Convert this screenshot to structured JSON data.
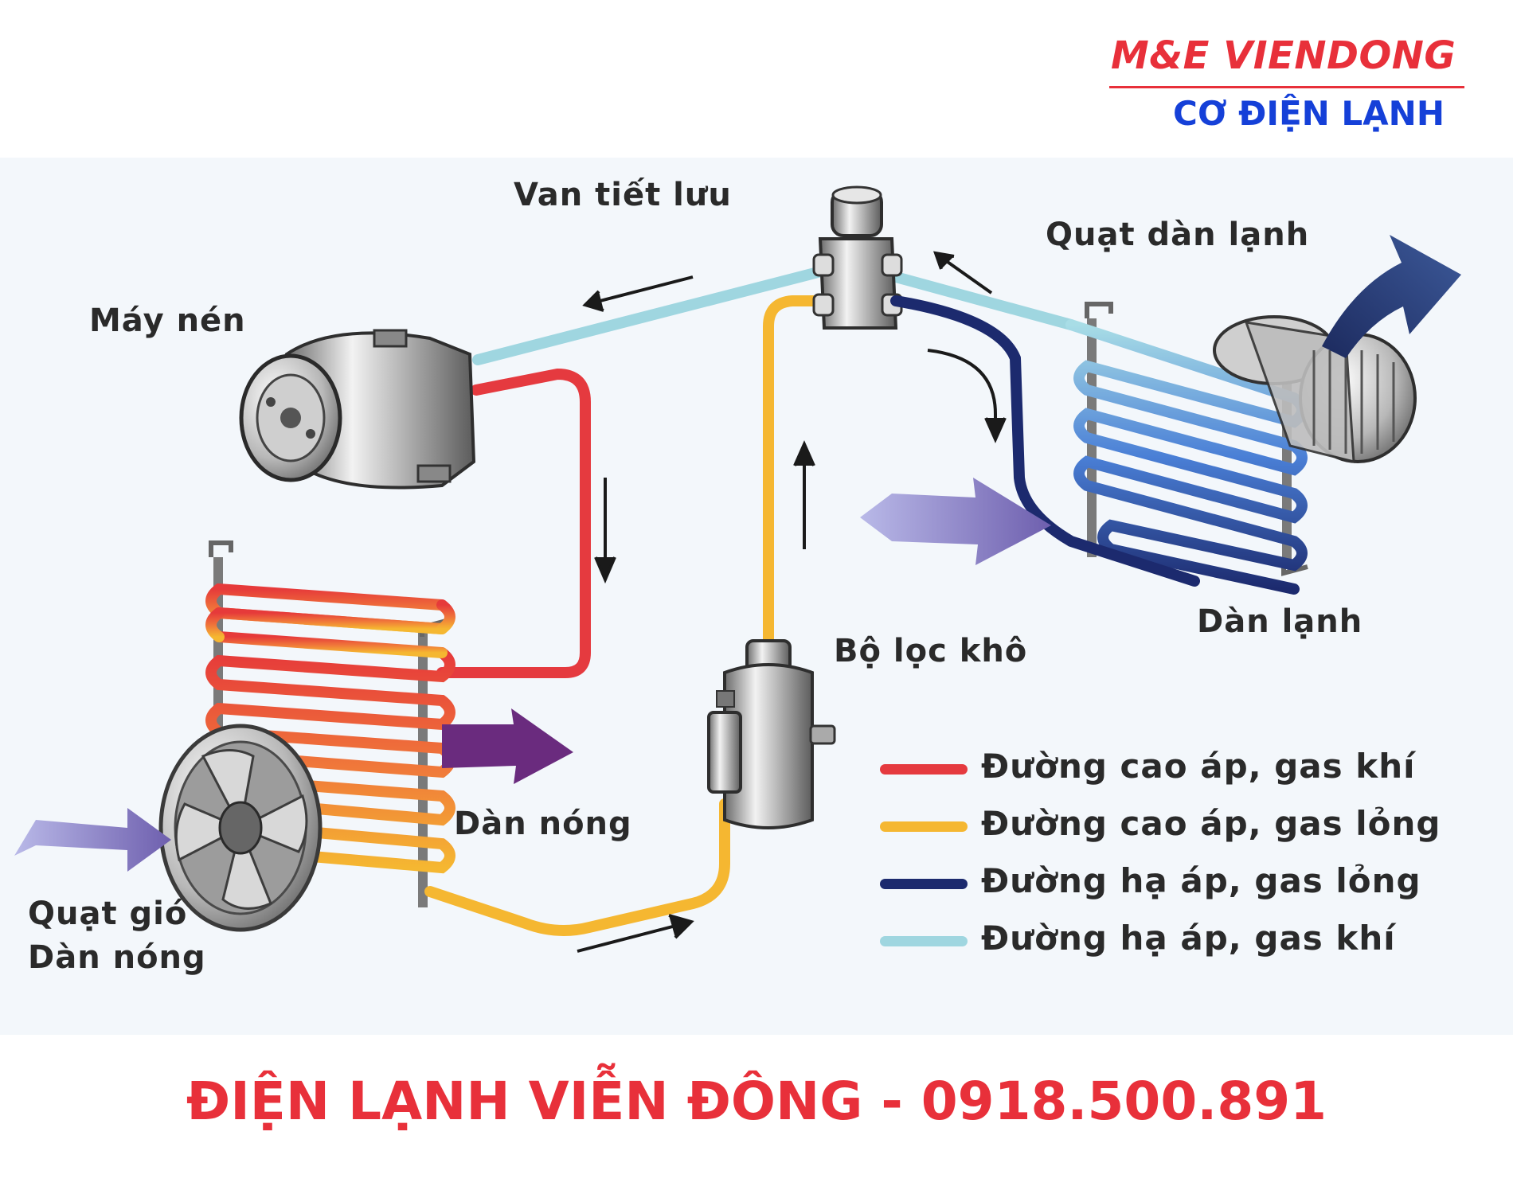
{
  "brand": {
    "name": "M&E VIENDONG",
    "subtitle": "CƠ ĐIỆN LẠNH",
    "red": "#e8303a",
    "blue": "#1540d8"
  },
  "labels": {
    "compressor": "Máy nén",
    "expansion_valve": "Van tiết lưu",
    "evaporator_fan": "Quạt dàn lạnh",
    "evaporator": "Dàn lạnh",
    "filter_drier": "Bộ lọc khô",
    "condenser": "Dàn nóng",
    "condenser_fan_line1": "Quạt gió",
    "condenser_fan_line2": "Dàn nóng"
  },
  "legend": [
    {
      "label": "Đường cao áp, gas khí",
      "color": "#e53a3f"
    },
    {
      "label": "Đường cao áp, gas lỏng",
      "color": "#f5b731"
    },
    {
      "label": "Đường hạ áp, gas lỏng",
      "color": "#1c2a6e"
    },
    {
      "label": "Đường hạ áp, gas khí",
      "color": "#9fd6e0"
    }
  ],
  "footer": "ĐIỆN LẠNH VIỄN ĐÔNG - 0918.500.891"
}
